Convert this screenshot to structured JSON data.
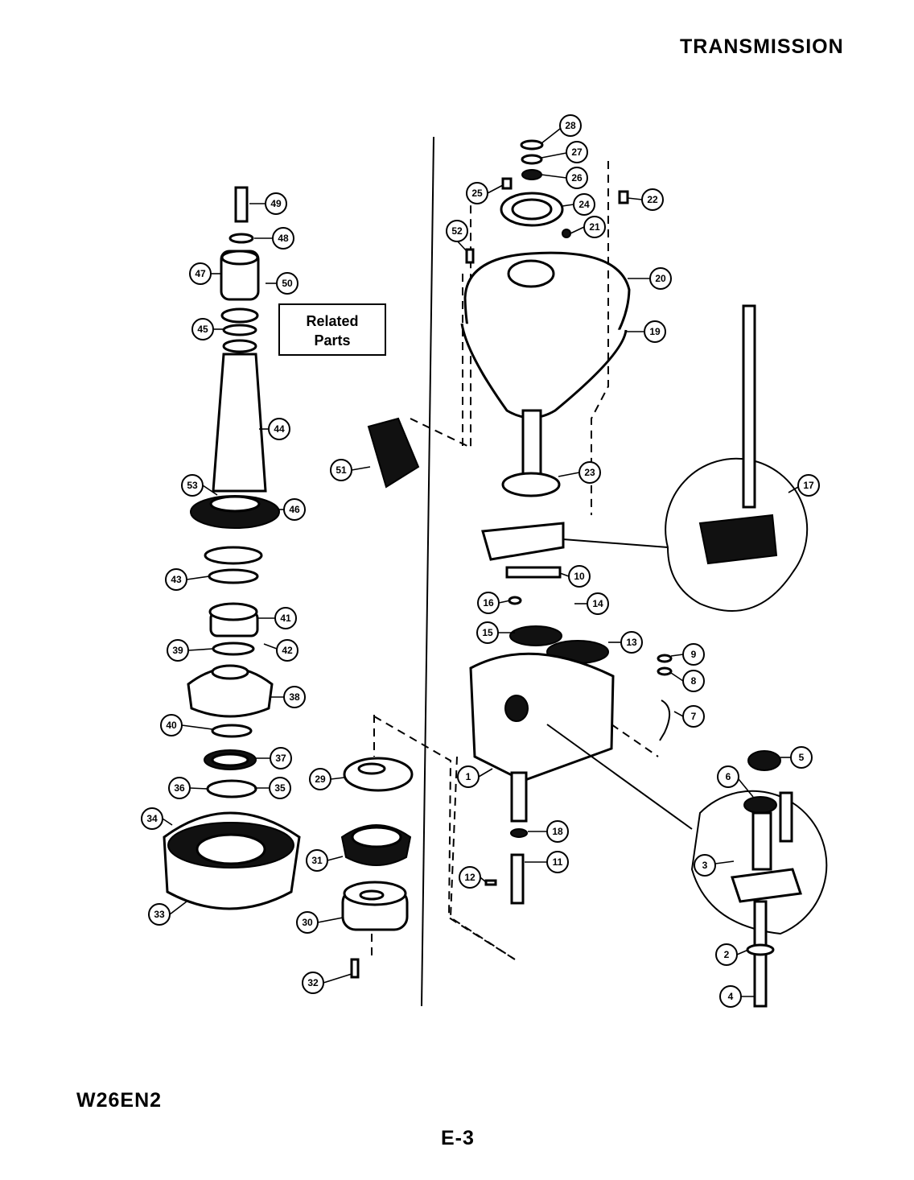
{
  "header": {
    "title": "TRANSMISSION"
  },
  "footer": {
    "model": "W26EN2",
    "page": "E-3"
  },
  "related_parts": {
    "line1": "Related",
    "line2": "Parts"
  },
  "callouts": [
    "49",
    "48",
    "47",
    "50",
    "45",
    "44",
    "53",
    "46",
    "43",
    "41",
    "39",
    "42",
    "38",
    "40",
    "37",
    "36",
    "35",
    "34",
    "33",
    "51",
    "29",
    "31",
    "30",
    "32",
    "28",
    "27",
    "26",
    "25",
    "24",
    "22",
    "52",
    "21",
    "20",
    "19",
    "23",
    "17",
    "10",
    "16",
    "14",
    "15",
    "13",
    "9",
    "8",
    "7",
    "1",
    "5",
    "6",
    "3",
    "18",
    "11",
    "12",
    "2",
    "4"
  ]
}
